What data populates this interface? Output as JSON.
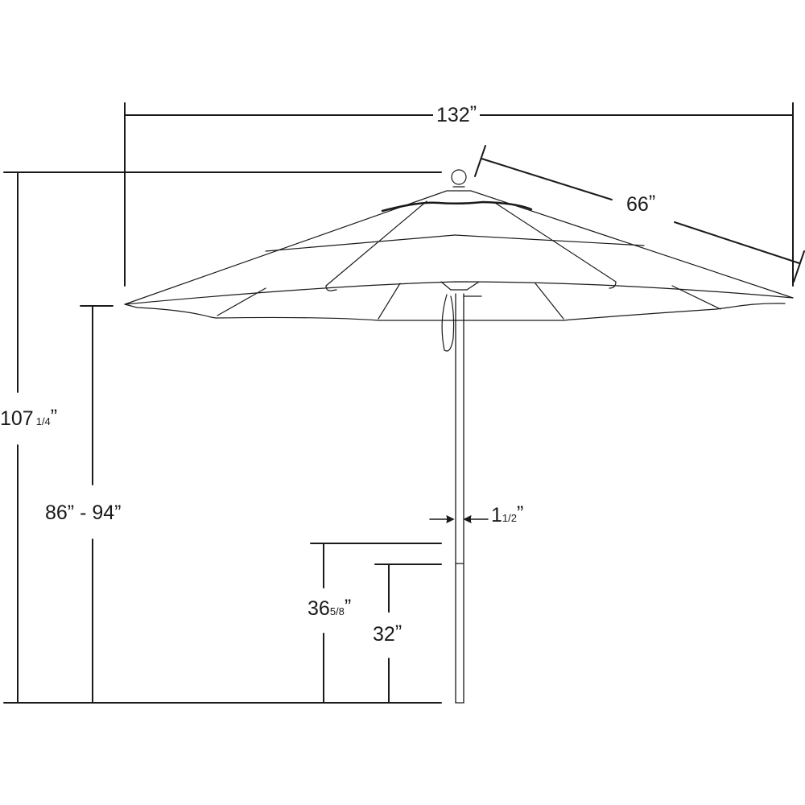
{
  "diagram": {
    "subject": "Patio market umbrella dimension drawing",
    "dimensions": {
      "canopy_width": {
        "whole": "132",
        "unit": "”"
      },
      "rib_length": {
        "whole": "66",
        "unit": "”"
      },
      "overall_height": {
        "whole": "107",
        "fraction": "1/4",
        "unit": "”"
      },
      "clearance_height": {
        "text": "86” - 94”"
      },
      "pole_diameter": {
        "whole": "1",
        "fraction": "1/2",
        "unit": "”"
      },
      "lower_pole_height": {
        "whole": "36",
        "fraction": "5/8",
        "unit": "”"
      },
      "pole_joint_height": {
        "whole": "32",
        "unit": "”"
      }
    },
    "colors": {
      "line": "#1a1a1a",
      "background": "#ffffff"
    }
  }
}
